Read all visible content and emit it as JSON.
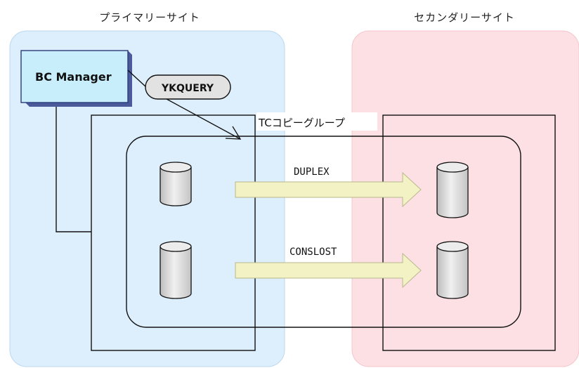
{
  "sites": {
    "primary": {
      "label": "プライマリーサイト",
      "color": "#ddeefc"
    },
    "secondary": {
      "label": "セカンダリーサイト",
      "color": "#fde0e4"
    }
  },
  "manager": {
    "label": "BC Manager",
    "color": "#c9eefb"
  },
  "command": {
    "label": "YKQUERY"
  },
  "group": {
    "label": "TCコピーグループ"
  },
  "pairs": [
    {
      "status": "DUPLEX"
    },
    {
      "status": "CONSLOST"
    }
  ],
  "arrow_color": "#f2f2c4"
}
